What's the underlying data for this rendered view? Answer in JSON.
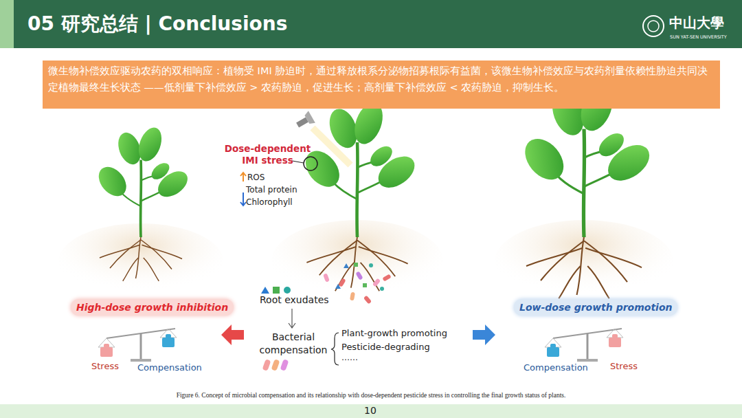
{
  "diagram": {
    "title": "05 研究总结 | Conclusions",
    "caption": "Figure 6. Concept of microbial compensation and its relationship with dose-dependent pesticide stress in controlling the final growth status of plants.",
    "nodes": [
      {
        "text": [
          "微生物补偿效应驱动农药的双相响应：植物受 IMI 胁迫时，通过释放根系分泌物招募根际有益菌，该微生物补偿效应与农药剂量依赖性胁迫共同决定植物最终生长状态 ——低剂量下补偿效应 > 农药胁迫，促进生长；高剂量下补偿效应 < 农药胁迫，抑制生长。"
        ]
      },
      {
        "text": [
          "High-dose growth inhibition"
        ]
      },
      {
        "text": [
          "Low-dose growth promotion"
        ]
      }
    ],
    "labels": [
      "中山大學",
      "SUN YAT-SEN UNIVERSITY",
      "Dose-dependent IMI stress",
      "ROS",
      "Total protein",
      "Chlorophyll",
      "Root exudates",
      "Bacterial compensation",
      "Plant-growth promoting",
      "Pesticide-degrading",
      "……",
      "Stress",
      "Compensation",
      "Compensation",
      "Stress",
      "10"
    ]
  }
}
